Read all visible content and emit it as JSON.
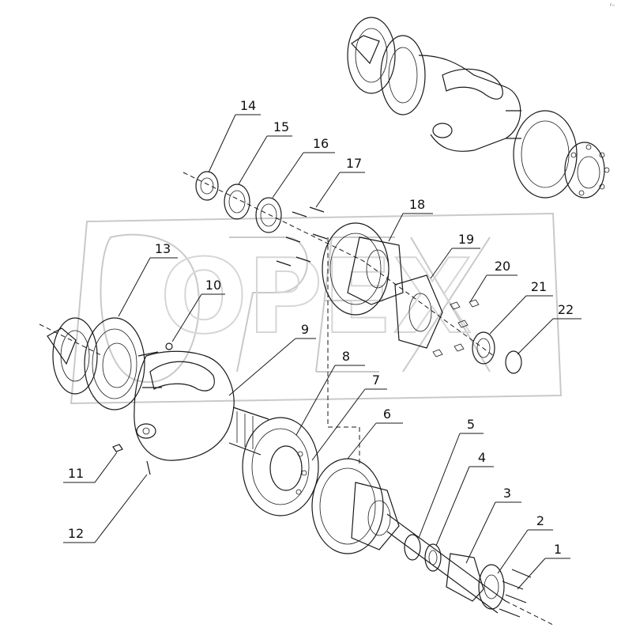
{
  "diagram": {
    "type": "exploded-parts-drawing",
    "watermark": "OPEX",
    "callouts": [
      "1",
      "2",
      "3",
      "4",
      "5",
      "6",
      "7",
      "8",
      "9",
      "10",
      "11",
      "12",
      "13",
      "14",
      "15",
      "16",
      "17",
      "18",
      "19",
      "20",
      "21",
      "22"
    ]
  }
}
